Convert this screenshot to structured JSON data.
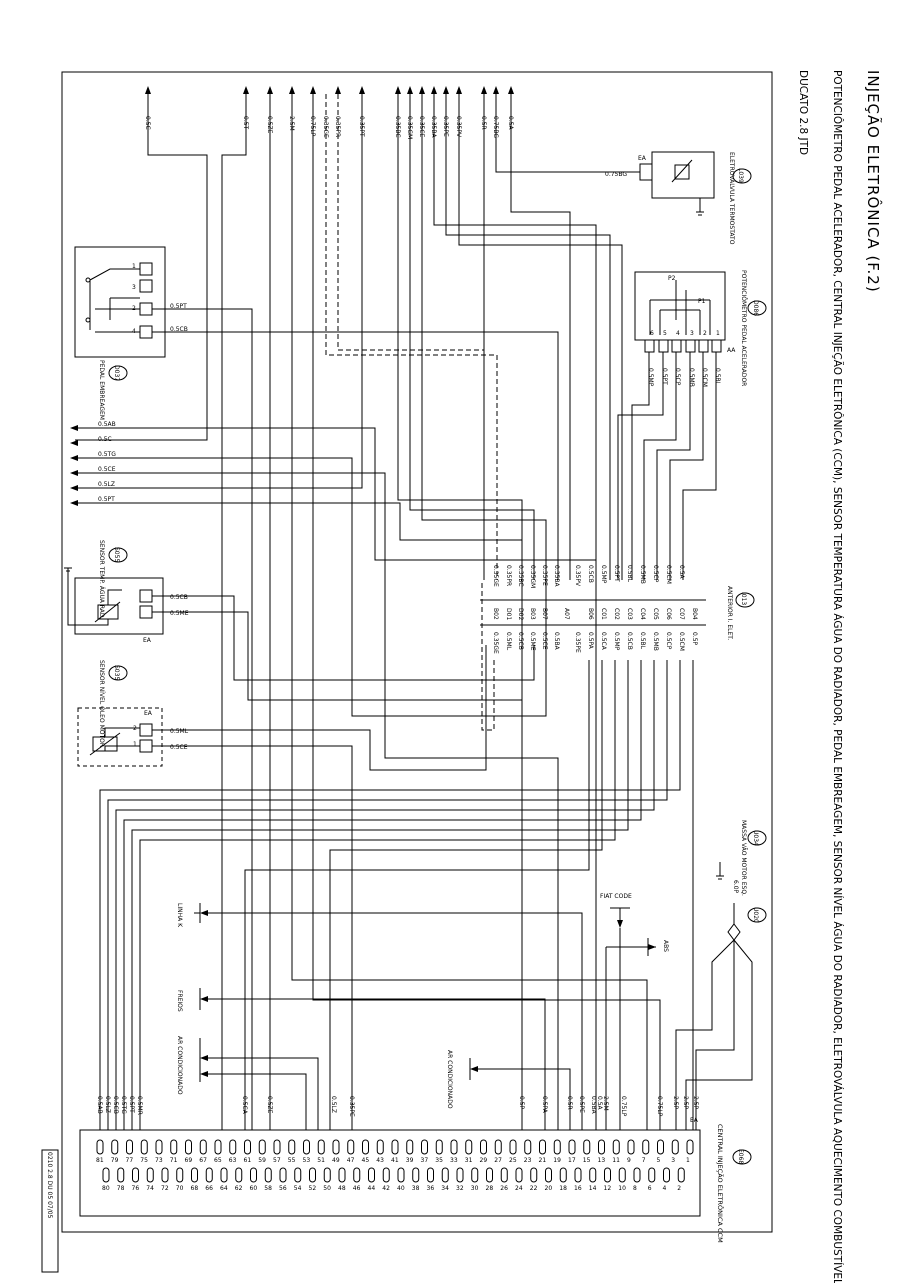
{
  "header": {
    "title": "INJEÇÃO ELETRÔNICA (F.2)",
    "subtitle": "POTENCIÔMETRO PEDAL ACELERADOR, CENTRAL INJEÇÃO ELETRÔNICA (CCM), SENSOR TEMPERATURA ÁGUA DO RADIADOR, PEDAL EMBREAGEM, SENSOR NÍVEL ÁGUA DO RADIADOR, ELETROVÁLVULA AQUECIMENTO COMBUSTÍVEL",
    "model": "DUCATO 2.8 JTD"
  },
  "footer_code": "0210 2.8 DU 05 07/05",
  "components": {
    "L039": {
      "code": "L039",
      "name": "ELETROVÁLVULA TERMOSTATO",
      "conn": "EA",
      "wire": "0.75BG"
    },
    "D086": {
      "code": "D086",
      "name": "POTENCIÔMETRO PEDAL ACELERADOR",
      "conn": "AA",
      "p1": "P1",
      "p2": "P2",
      "pins": [
        "6",
        "5",
        "4",
        "3",
        "2",
        "1"
      ],
      "wires": [
        "0.5MP",
        "0.5PT",
        "0.5CP",
        "0.5MB",
        "0.5CM",
        "0.5BL"
      ]
    },
    "D037": {
      "code": "D037",
      "name": "PEDAL EMBREAGEM",
      "pins": [
        "1",
        "3",
        "2",
        "4"
      ],
      "wires": [
        "0.5PT",
        "0.5CB"
      ]
    },
    "S055": {
      "code": "S055",
      "name": "SENSOR TEMP. ÁGUA RAD.",
      "conn": "EA",
      "wires": [
        "0.5CB",
        "0.5ME"
      ]
    },
    "S035": {
      "code": "S035",
      "name": "SENSOR NÍVEL ÓLEO MOTOR",
      "conn": "EA",
      "pins": [
        "2",
        "1"
      ],
      "wires": [
        "0.5ML",
        "0.5CE"
      ]
    },
    "I013": {
      "code": "I013",
      "name": "ANTERIOR I. ELET.",
      "top_pins": [
        "B04",
        "C07",
        "C06",
        "C05",
        "C04",
        "C03",
        "C02",
        "C01",
        "B06",
        "A07",
        "B07",
        "B03",
        "D02",
        "D01",
        "B02"
      ],
      "top_wires": [
        "0.5A",
        "0.5CM",
        "0.5CP",
        "0.5MB",
        "0.5BL",
        "0.5PT",
        "0.5MP",
        "0.5CB",
        "0.35PV",
        "0.35BA",
        "0.35PE",
        "0.35GM",
        "0.35BC",
        "0.35PR",
        "0.35GE"
      ],
      "bot_wires": [
        "0.5P",
        "0.5CM",
        "0.5CP",
        "0.5MB",
        "0.5BL",
        "0.5CB",
        "0.5MP",
        "0.5CA",
        "0.5PA",
        "0.35PE",
        "0.5BA",
        "0.5CE",
        "0.5ME",
        "0.5CB",
        "0.5ML",
        "0.35GE"
      ]
    },
    "U034": {
      "code": "U034",
      "name": "MASSA VÃO MOTOR ESQ.",
      "wire": "6.0P"
    },
    "U020": {
      "code": "U020"
    },
    "E068": {
      "code": "E068",
      "name": "CENTRAL INJEÇÃO ELETRÔNICA CCM",
      "conn": "EA"
    }
  },
  "top_wires": [
    "0.5C",
    "0.5T",
    "0.5ZE",
    "2.5M",
    "0.75LP",
    "0.35GE",
    "0.35PR",
    "0.35PT",
    "0.35BC",
    "0.35GM",
    "0.35CE",
    "0.35BA",
    "0.35PE",
    "0.35PV",
    "0.5R",
    "0.75BG",
    "0.5A"
  ],
  "left_arrows": [
    "0.5AB",
    "0.5C",
    "0.5TG",
    "0.5CE",
    "0.5LZ",
    "0.5PT"
  ],
  "destinations": {
    "linha_k": "LINHA K",
    "freios": "FREIOS",
    "ar_cond": "AR CONDICIONADO",
    "ar_cond2": "AR CONDICIONADO",
    "fiat_code": "FIAT CODE",
    "abs": "ABS"
  },
  "ccm_wires": [
    "0.5AB",
    "0.5LZ",
    "0.5CB",
    "0.5TG",
    "0.5PT",
    "0.5MR",
    "0.5CA",
    "0.5ZE",
    "0.5LZ",
    "0.35PE",
    "0.5P",
    "0.5PA",
    "0.5R",
    "0.5PE",
    "0.5BA",
    "0.5A",
    "2.5M",
    "0.75LP",
    "0.75LP",
    "2.5P",
    "2.5P",
    "2.5P"
  ],
  "ccm_top_pins": [
    "81",
    "79",
    "77",
    "75",
    "73",
    "71",
    "69",
    "67",
    "65",
    "63",
    "61",
    "59",
    "57",
    "55",
    "53",
    "51",
    "49",
    "47",
    "45",
    "43",
    "41",
    "39",
    "37",
    "35",
    "33",
    "31",
    "29",
    "27",
    "25",
    "23",
    "21",
    "19",
    "17",
    "15",
    "13",
    "11",
    "9",
    "7",
    "5",
    "3",
    "1"
  ],
  "ccm_bot_pins": [
    "80",
    "78",
    "76",
    "74",
    "72",
    "70",
    "68",
    "66",
    "64",
    "62",
    "60",
    "58",
    "56",
    "54",
    "52",
    "50",
    "48",
    "46",
    "44",
    "42",
    "40",
    "38",
    "36",
    "34",
    "32",
    "30",
    "28",
    "26",
    "24",
    "22",
    "20",
    "18",
    "16",
    "14",
    "12",
    "10",
    "8",
    "6",
    "4",
    "2"
  ]
}
